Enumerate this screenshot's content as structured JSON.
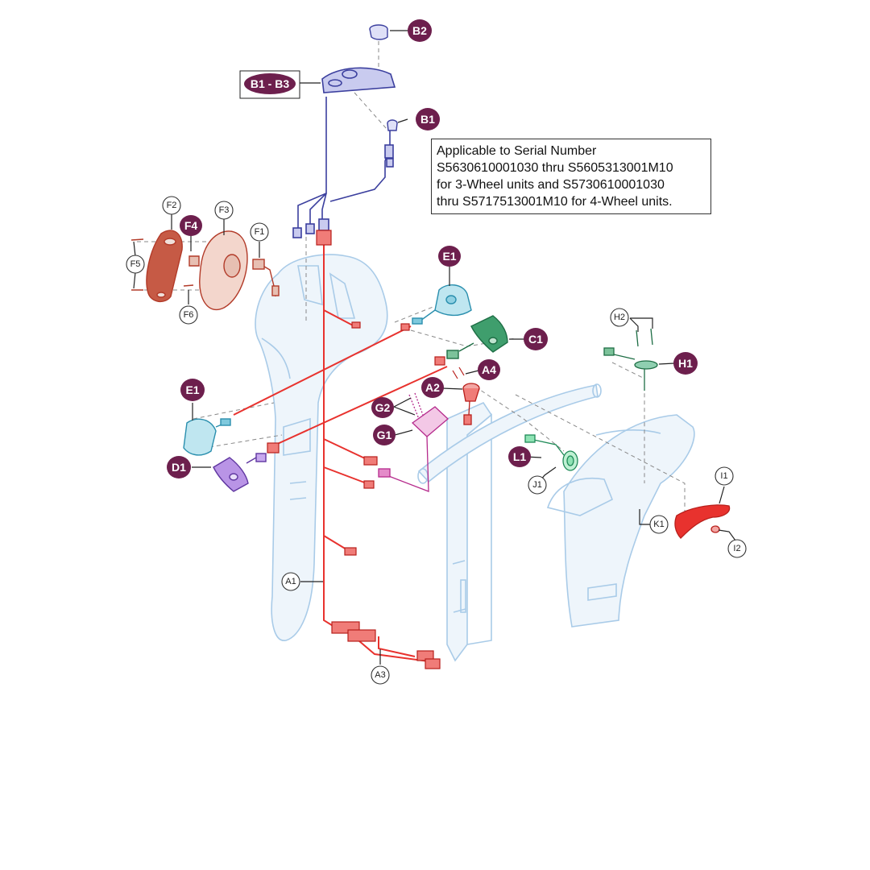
{
  "note": {
    "lines": [
      "Applicable to Serial Number",
      "S5630610001030 thru S5605313001M10",
      "for 3-Wheel units and S5730610001030",
      "thru S5717513001M10 for 4-Wheel units."
    ]
  },
  "labels": {
    "b2": "B2",
    "b1_b3": "B1 - B3",
    "b1": "B1",
    "f2": "F2",
    "f3": "F3",
    "f4": "F4",
    "f1": "F1",
    "f5": "F5",
    "f6": "F6",
    "e1_top": "E1",
    "e1_left": "E1",
    "c1": "C1",
    "a4": "A4",
    "a2": "A2",
    "g2": "G2",
    "g1": "G1",
    "d1": "D1",
    "h2": "H2",
    "h1": "H1",
    "l1": "L1",
    "j1": "J1",
    "i1": "I1",
    "k1": "K1",
    "i2": "I2",
    "a1": "A1",
    "a3": "A3"
  },
  "colors": {
    "badge": "#6d1f4d",
    "harness_red": "#e8322e",
    "harness_blue": "#3b3f9e",
    "frame_blue": "#a9cbe8",
    "green": "#1e8a57",
    "purple": "#8a57c9",
    "magenta": "#d13aa6",
    "brown": "#b23a28",
    "cyan": "#4fb6cf"
  }
}
